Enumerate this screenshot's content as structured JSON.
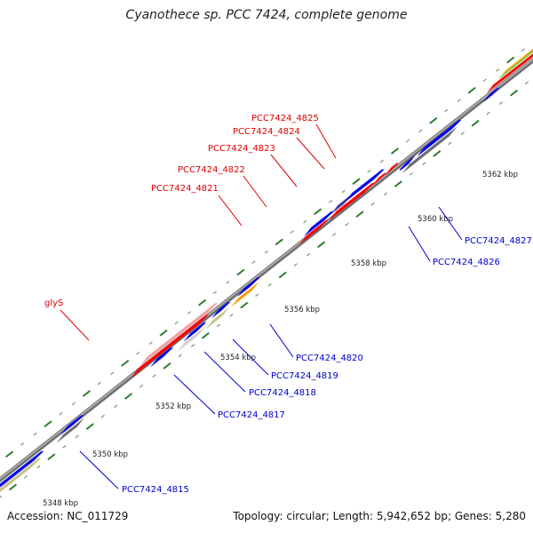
{
  "title": "Cyanothece sp. PCC 7424, complete genome",
  "footer": {
    "accession": "Accession: NC_011729",
    "summary": "Topology: circular; Length: 5,942,652 bp; Genes: 5,280"
  },
  "colors": {
    "backbone": "#8c8c8c",
    "forward_tick": "#2e7d32",
    "blue": "#0000ee",
    "red": "#ff0000",
    "pink": "#f2a0a0",
    "gray": "#777777",
    "light_gray": "#cfcfcf",
    "olive": "#c8c088",
    "orange": "#ff9900",
    "green": "#55cc33",
    "purple": "#4a3a9a",
    "blue_label": "#0000cc",
    "red_label": "#dd0000"
  },
  "scale_ticks": [
    "5348 kbp",
    "5350 kbp",
    "5352 kbp",
    "5354 kbp",
    "5356 kbp",
    "5358 kbp",
    "5360 kbp",
    "5362 kbp"
  ],
  "labels": {
    "red": [
      "glyS",
      "PCC7424_4821",
      "PCC7424_4822",
      "PCC7424_4823",
      "PCC7424_4824",
      "PCC7424_4825"
    ],
    "blue": [
      "PCC7424_4815",
      "PCC7424_4817",
      "PCC7424_4818",
      "PCC7424_4819",
      "PCC7424_4820",
      "PCC7424_4826",
      "PCC7424_4827"
    ]
  }
}
